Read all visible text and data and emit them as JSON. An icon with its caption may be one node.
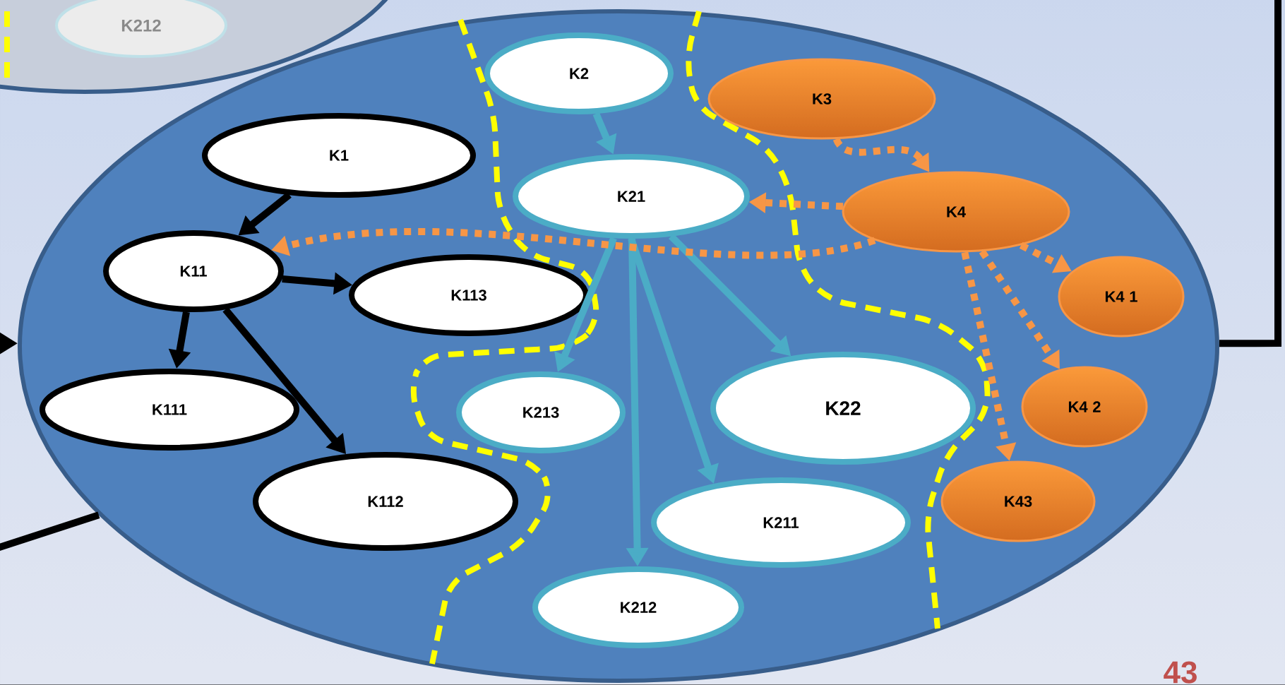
{
  "diagram": {
    "nodes": [
      {
        "text": [],
        "shape": "ellipse"
      },
      {
        "text": [],
        "shape": "ellipse"
      },
      {
        "text": [
          "K212"
        ],
        "in": 1
      },
      {
        "text": [
          "K1"
        ],
        "in": 0
      },
      {
        "text": [
          "K11"
        ],
        "in": 0
      },
      {
        "text": [
          "K113"
        ],
        "in": 0
      },
      {
        "text": [
          "K111"
        ],
        "in": 0
      },
      {
        "text": [
          "K112"
        ],
        "in": 0
      },
      {
        "text": [
          "K2"
        ],
        "in": 0
      },
      {
        "text": [
          "K21"
        ],
        "in": 0
      },
      {
        "text": [
          "K213"
        ],
        "in": 0
      },
      {
        "text": [
          "K22"
        ],
        "in": 0
      },
      {
        "text": [
          "K211"
        ],
        "in": 0
      },
      {
        "text": [
          "K212"
        ],
        "in": 0
      },
      {
        "text": [
          "K3"
        ],
        "in": 0
      },
      {
        "text": [
          "K4"
        ],
        "in": 0
      },
      {
        "text": [
          "K4 1"
        ],
        "in": 0
      },
      {
        "text": [
          "K4 2"
        ],
        "in": 0
      },
      {
        "text": [
          "K43"
        ],
        "in": 0
      }
    ],
    "edges": [
      {
        "from": null,
        "to": 0,
        "arrow": "to"
      },
      {
        "from": null,
        "to": 0,
        "arrow": "none"
      },
      {
        "from": 0,
        "to": null,
        "arrow": "none"
      },
      {
        "from": 3,
        "to": 4,
        "arrow": "to"
      },
      {
        "from": 4,
        "to": 5,
        "arrow": "to"
      },
      {
        "from": 4,
        "to": 6,
        "arrow": "to"
      },
      {
        "from": 4,
        "to": 7,
        "arrow": "to"
      },
      {
        "from": 8,
        "to": 9,
        "arrow": "to",
        "color": "#4bacc6"
      },
      {
        "from": 9,
        "to": 10,
        "arrow": "to",
        "color": "#4bacc6"
      },
      {
        "from": 9,
        "to": 13,
        "arrow": "to",
        "color": "#4bacc6"
      },
      {
        "from": 9,
        "to": 12,
        "arrow": "to",
        "color": "#4bacc6"
      },
      {
        "from": 9,
        "to": 11,
        "arrow": "to",
        "color": "#4bacc6"
      },
      {
        "from": 14,
        "to": 15,
        "arrow": "to",
        "style": "dashed",
        "color": "#f79646"
      },
      {
        "from": 15,
        "to": 9,
        "arrow": "to",
        "style": "dashed",
        "color": "#f79646"
      },
      {
        "from": 15,
        "to": 4,
        "arrow": "to",
        "style": "dashed",
        "color": "#f79646"
      },
      {
        "from": 15,
        "to": 16,
        "arrow": "to",
        "style": "dashed",
        "color": "#f79646"
      },
      {
        "from": 15,
        "to": 17,
        "arrow": "to",
        "style": "dashed",
        "color": "#f79646"
      },
      {
        "from": 15,
        "to": 18,
        "arrow": "to",
        "style": "dashed",
        "color": "#f79646"
      }
    ],
    "labels": [
      "43"
    ]
  }
}
